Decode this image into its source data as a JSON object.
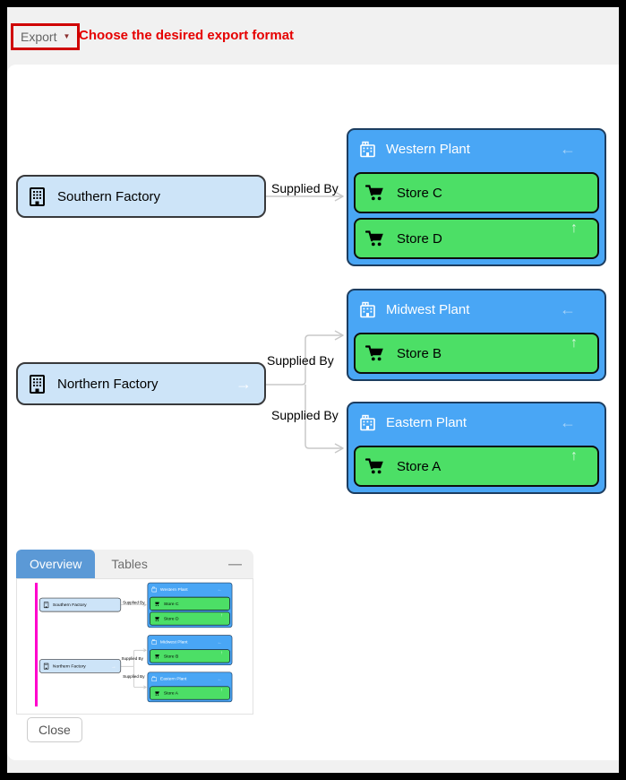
{
  "toolbar": {
    "export_label": "Export",
    "instruction": "Choose the desired export format"
  },
  "icons": {
    "dropdown_caret": "▼",
    "back_arrow": "←",
    "up_arrow": "↑",
    "forward_arrow": "→",
    "minimize_dash": "—"
  },
  "diagram": {
    "edge_label": "Supplied By",
    "factories": [
      {
        "label": "Southern Factory"
      },
      {
        "label": "Northern Factory"
      }
    ],
    "plants": [
      {
        "label": "Western Plant",
        "stores": [
          {
            "label": "Store C"
          },
          {
            "label": "Store D"
          }
        ]
      },
      {
        "label": "Midwest Plant",
        "stores": [
          {
            "label": "Store B"
          }
        ]
      },
      {
        "label": "Eastern Plant",
        "stores": [
          {
            "label": "Store A"
          }
        ]
      }
    ]
  },
  "panel": {
    "tab_overview": "Overview",
    "tab_tables": "Tables"
  },
  "footer": {
    "close_label": "Close"
  },
  "colors": {
    "plant_header_blue": "#49a6f5",
    "store_green": "#4cdf66",
    "factory_fill": "#cde4f8",
    "group_border": "#1c3d60",
    "tab_active_blue": "#5b99d6",
    "viewport_magenta": "#ff00cc",
    "highlight_red": "#cf0000",
    "instruction_red": "#e60000",
    "edge_gray": "#c8c8c8"
  }
}
